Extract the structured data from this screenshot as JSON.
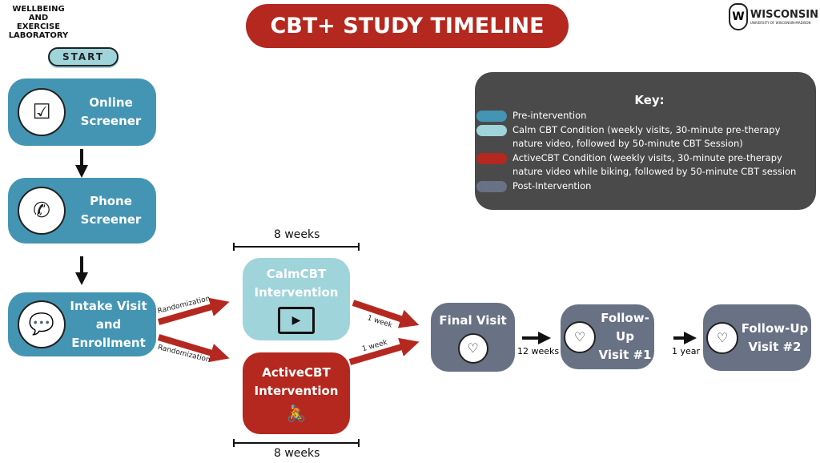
{
  "title": "CBT+ STUDY TIMELINE",
  "logos": {
    "lab": "WELLBEING AND EXERCISE LABORATORY",
    "university": "WISCONSIN",
    "university_sub": "UNIVERSITY OF WISCONSIN-MADISON"
  },
  "start": "START",
  "steps": {
    "online": {
      "l1": "Online",
      "l2": "Screener",
      "icon": "checklist-icon"
    },
    "phone": {
      "l1": "Phone",
      "l2": "Screener",
      "icon": "phone-icon"
    },
    "intake": {
      "l1": "Intake Visit",
      "l2": "and",
      "l3": "Enrollment",
      "icon": "conversation-icon"
    },
    "calm": {
      "l1": "CalmCBT",
      "l2": "Intervention",
      "icon": "video-call-icon"
    },
    "active": {
      "l1": "ActiveCBT",
      "l2": "Intervention",
      "icon": "exercise-bike-icon"
    },
    "final": {
      "l1": "Final Visit",
      "icon": "health-report-icon"
    },
    "fu1": {
      "l1": "Follow-Up",
      "l2": "Visit #1",
      "icon": "health-report-icon"
    },
    "fu2": {
      "l1": "Follow-Up",
      "l2": "Visit #2",
      "icon": "health-report-icon"
    }
  },
  "labels": {
    "randomization": "Randomization",
    "one_week": "1 week",
    "eight_weeks": "8 weeks",
    "twelve_weeks": "12 weeks",
    "one_year": "1 year"
  },
  "key": {
    "title": "Key:",
    "items": [
      {
        "color": "#4495b3",
        "text": "Pre-intervention"
      },
      {
        "color": "#9fd4da",
        "text": "Calm CBT Condition (weekly visits, 30-minute pre-therapy nature video, followed by 50-minute CBT Session)"
      },
      {
        "color": "#b5281f",
        "text": "ActiveCBT Condition (weekly visits, 30-minute pre-therapy nature video while biking, followed by 50-minute CBT session"
      },
      {
        "color": "#697284",
        "text": "Post-Intervention"
      }
    ]
  }
}
